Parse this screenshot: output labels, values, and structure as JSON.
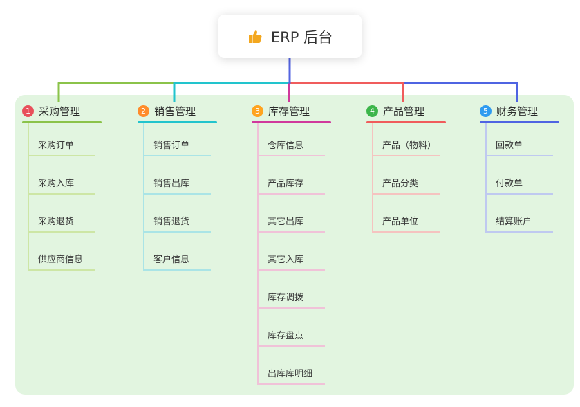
{
  "root": {
    "label": "ERP 后台",
    "icon": "thumbs-up-icon",
    "icon_color": "#f3a71f",
    "line_color": "#5464e0"
  },
  "canvas": {
    "panel_color": "#e2f5e0",
    "background": "#ffffff"
  },
  "branches": [
    {
      "number": "1",
      "label": "采购管理",
      "badge_color": "#e8505b",
      "line_color": "#8bc34a",
      "child_line_color": "#cde6a5",
      "items": [
        "采购订单",
        "采购入库",
        "采购退货",
        "供应商信息"
      ]
    },
    {
      "number": "2",
      "label": "销售管理",
      "badge_color": "#ff8c2b",
      "line_color": "#22c4cd",
      "child_line_color": "#aae4e6",
      "items": [
        "销售订单",
        "销售出库",
        "销售退货",
        "客户信息"
      ]
    },
    {
      "number": "3",
      "label": "库存管理",
      "badge_color": "#ffa420",
      "line_color": "#d0399c",
      "child_line_color": "#f0c2d8",
      "items": [
        "仓库信息",
        "产品库存",
        "其它出库",
        "其它入库",
        "库存调拨",
        "库存盘点",
        "出库库明细"
      ]
    },
    {
      "number": "4",
      "label": "产品管理",
      "badge_color": "#3cb54a",
      "line_color": "#f05c5c",
      "child_line_color": "#f5c3c0",
      "items": [
        "产品（物料）",
        "产品分类",
        "产品单位"
      ]
    },
    {
      "number": "5",
      "label": "财务管理",
      "badge_color": "#2f9bf0",
      "line_color": "#4f64e2",
      "child_line_color": "#bfc9f0",
      "items": [
        "回款单",
        "付款单",
        "结算账户"
      ]
    }
  ]
}
